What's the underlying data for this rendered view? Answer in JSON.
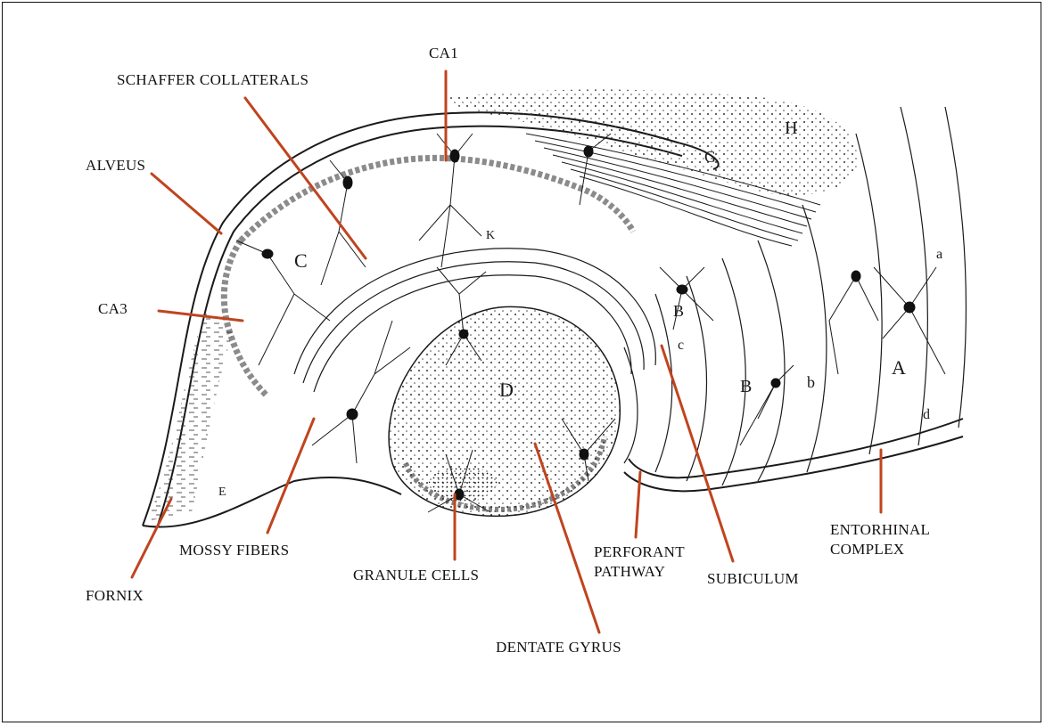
{
  "labels": {
    "ca1": "CA1",
    "schaffer": "SCHAFFER COLLATERALS",
    "alveus": "ALVEUS",
    "ca3": "CA3",
    "mossy": "MOSSY FIBERS",
    "fornix": "FORNIX",
    "granule": "GRANULE CELLS",
    "dentate": "DENTATE GYRUS",
    "perforant": "PERFORANT\nPATHWAY",
    "subiculum": "SUBICULUM",
    "entorhinal": "ENTORHINAL\nCOMPLEX"
  },
  "region_letters": {
    "a": "a",
    "b": "b",
    "c": "c",
    "d": "d",
    "e": "E",
    "g": "G",
    "h": "H",
    "C": "C",
    "D": "D",
    "A": "A",
    "B": "B",
    "B2": "B",
    "K": "K"
  },
  "colors": {
    "leader_line": "#c0441e",
    "ink": "#1a1a1a",
    "frame": "#111111"
  }
}
